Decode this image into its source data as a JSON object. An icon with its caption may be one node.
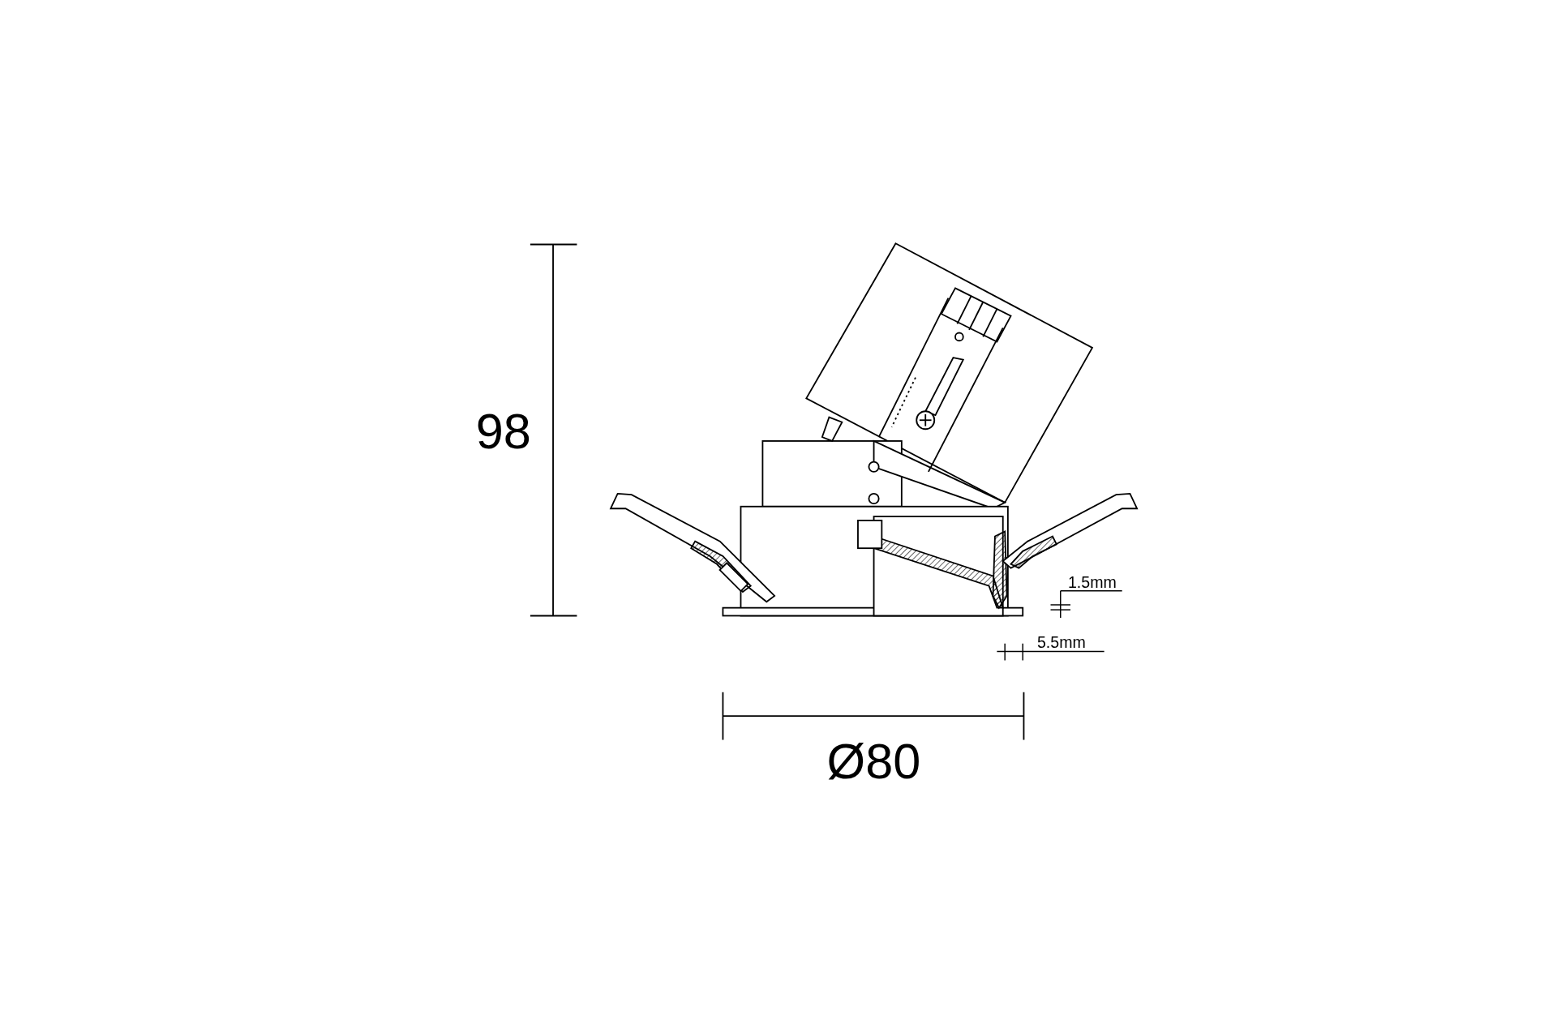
{
  "diagram": {
    "labels": [
      "98",
      "1.5mm",
      "5.5mm",
      "Ø80"
    ]
  }
}
